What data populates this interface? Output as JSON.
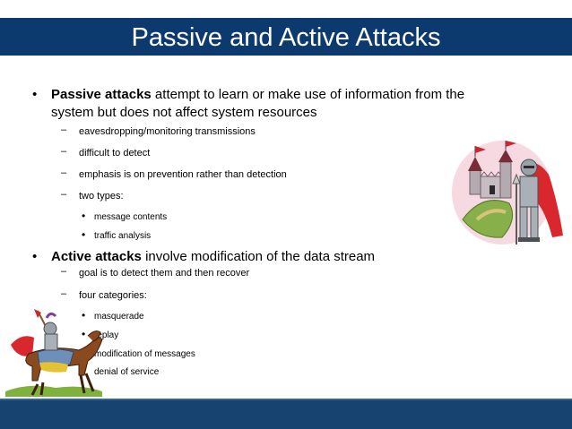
{
  "title": "Passive and Active Attacks",
  "passive": {
    "bold": "Passive attacks",
    "rest_line1": " attempt to learn or make use of information from the",
    "line2": "system but does not affect system resources",
    "items": [
      "eavesdropping/monitoring transmissions",
      "difficult to detect",
      "emphasis is on prevention rather than detection",
      "two types:"
    ],
    "types": [
      "message contents",
      "traffic analysis"
    ]
  },
  "active": {
    "bold": "Active attacks",
    "rest": " involve modification of the data stream",
    "items": [
      "goal is to detect them and then recover",
      "four categories:"
    ],
    "categories": [
      "masquerade",
      "replay",
      "modification of messages",
      "denial of service"
    ]
  },
  "colors": {
    "title_bar": "#0d3a6e",
    "footer_bar": "#16436f",
    "title_text": "#ffffff"
  },
  "icons": [
    "castle-knight-clipart",
    "horse-knight-clipart"
  ]
}
